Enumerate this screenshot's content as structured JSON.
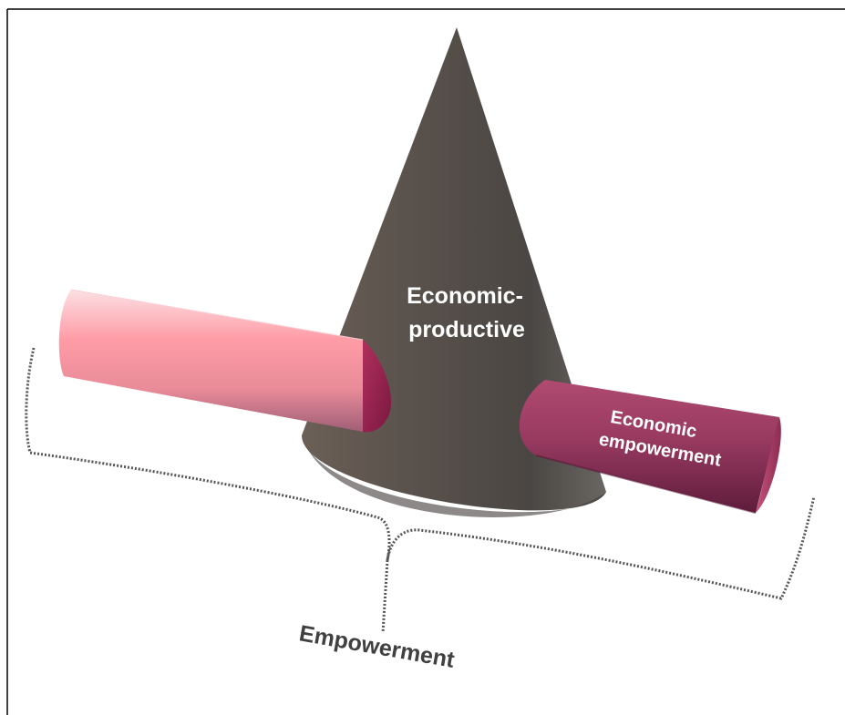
{
  "diagram": {
    "cone_label_line1": "Economic-",
    "cone_label_line2": "productive",
    "right_cylinder_label_line1": "Economic",
    "right_cylinder_label_line2": "empowerment",
    "bracket_label": "Empowerment"
  },
  "colors": {
    "cone_dark": "#3f3b38",
    "cone_light": "#6e665f",
    "left_cylinder_light": "#f7c2c7",
    "left_cylinder_mid": "#ff9aa5",
    "left_cylinder_shadow": "#a86a7a",
    "left_cylinder_cap": "#9b2150",
    "right_cylinder_light": "#b65276",
    "right_cylinder_dark": "#6a2040",
    "bracket": "#555555",
    "text_light": "#ffffff",
    "text_dark": "#404040"
  }
}
